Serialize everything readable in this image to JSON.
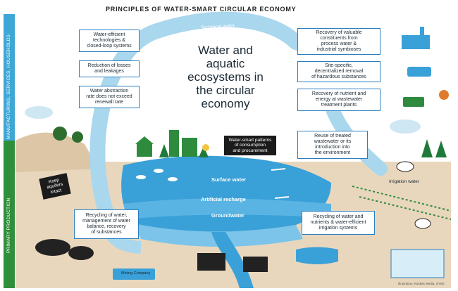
{
  "title": "PRINCIPLES OF WATER-SMART CIRCULAR ECONOMY",
  "center_title": [
    "Water and",
    "aquatic",
    "ecosystems in",
    "the circular",
    "economy"
  ],
  "side_labels": {
    "top": "MANUFACTURING, SERVICES, HOUSEHOLDS",
    "bottom": "PRIMARY PRODUCTION"
  },
  "cycle_labels": {
    "technical_water": "Technical water",
    "surface_water": "Surface water",
    "artificial_recharge": "Artificial recharge",
    "groundwater": "Groundwater",
    "irrigation_water": "Irrigation water"
  },
  "left_boxes": [
    [
      "Water-efficient",
      "technologies &",
      "closed-loop systems"
    ],
    [
      "Reduction of losses",
      "and leakages"
    ],
    [
      "Water abstraction",
      "rate does not exceed",
      "renewall rate"
    ]
  ],
  "right_boxes": [
    [
      "Recovery of valuable",
      "constituents from",
      "process water &",
      "industrial symbioses"
    ],
    [
      "Site-specific,",
      "decentralized removal",
      "of hazardous substances"
    ],
    [
      "Recovery of nutrient and",
      "energy at wastewater",
      "treatment plants"
    ],
    [
      "Reuse of treated",
      "wastewater or its",
      "introduction into",
      "the environment"
    ]
  ],
  "bottom_boxes": {
    "left": [
      "Recycling of water,",
      "management of water",
      "balance, recovery",
      "of substances"
    ],
    "right": [
      "Recycling of water and",
      "nutrients & water-efficient",
      "irrigation systems"
    ]
  },
  "callouts": {
    "consumption": [
      "Water-smart patterns",
      "of consumption",
      "and procurement"
    ],
    "aquifers": [
      "Keep",
      "aquifers",
      "intact"
    ]
  },
  "truck_label": "Mining Company",
  "credit": "Illustration: Kaskas Media, SYKE",
  "colors": {
    "cycle_blue": "#a9d7ee",
    "water_blue": "#3aa0d8",
    "box_border": "#2a7fc1",
    "sidebar_blue": "#3fa7d6",
    "sidebar_green": "#2f8f3a",
    "tree_green": "#1f7a3a",
    "ground": "#e6d3b8"
  }
}
